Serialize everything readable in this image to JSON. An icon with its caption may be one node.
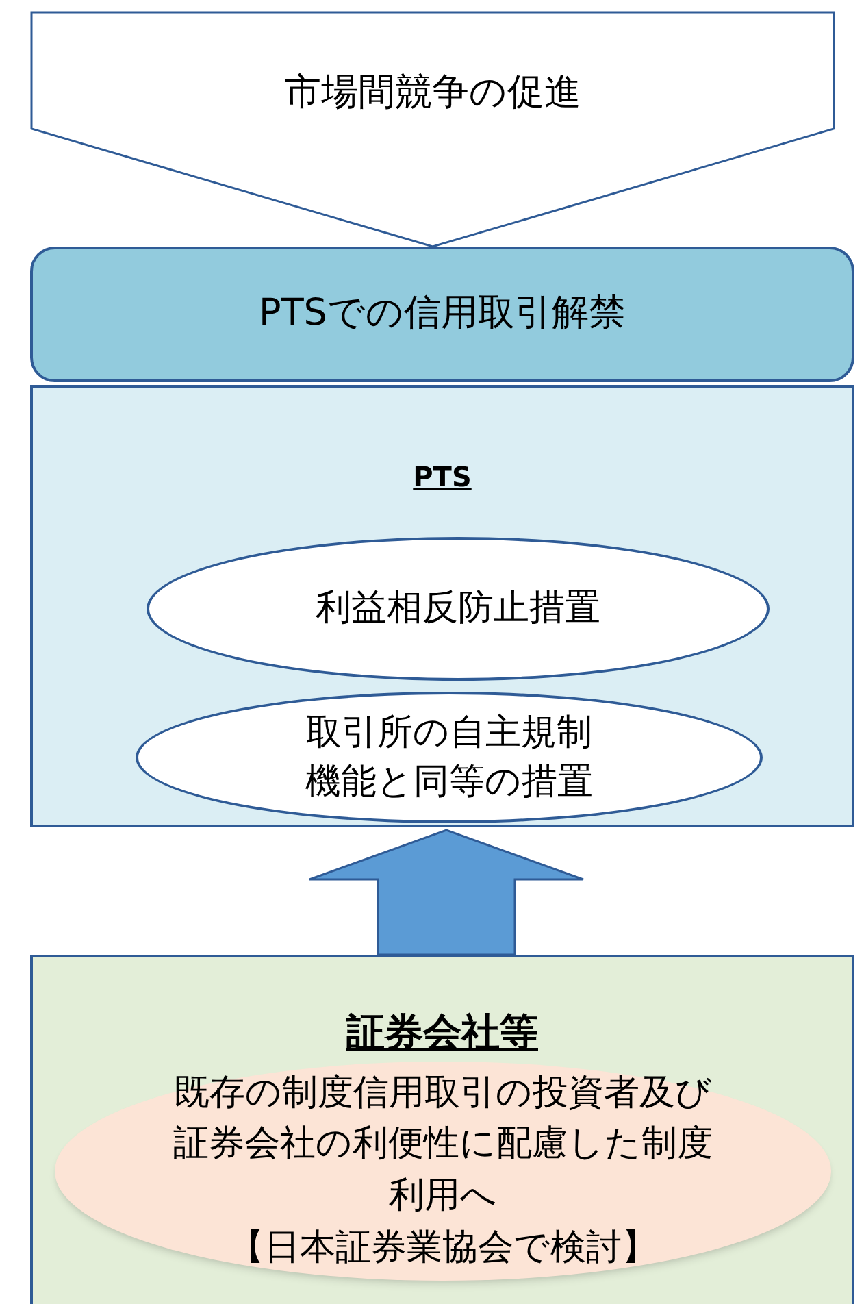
{
  "diagram": {
    "nodes": [
      {
        "text": [
          "市場間競争の促進"
        ]
      },
      {
        "text": [
          "PTSでの信用取引解禁"
        ]
      },
      {
        "text": [
          "PTS"
        ]
      },
      {
        "text": [
          "利益相反防止措置"
        ],
        "in": 2
      },
      {
        "text": [
          "取引所の自主規制機能と同等の措置"
        ],
        "in": 2
      },
      {
        "text": [
          "証券会社等"
        ]
      },
      {
        "text": [
          "既存の制度信用取引の投資者及び証券会社の利便性に配慮した制度利用へ",
          "【日本証券業協会で検討】"
        ],
        "in": 5
      }
    ],
    "edges": [
      {
        "from": 5,
        "to": 2,
        "arrow": "to",
        "style": "thick"
      }
    ]
  }
}
